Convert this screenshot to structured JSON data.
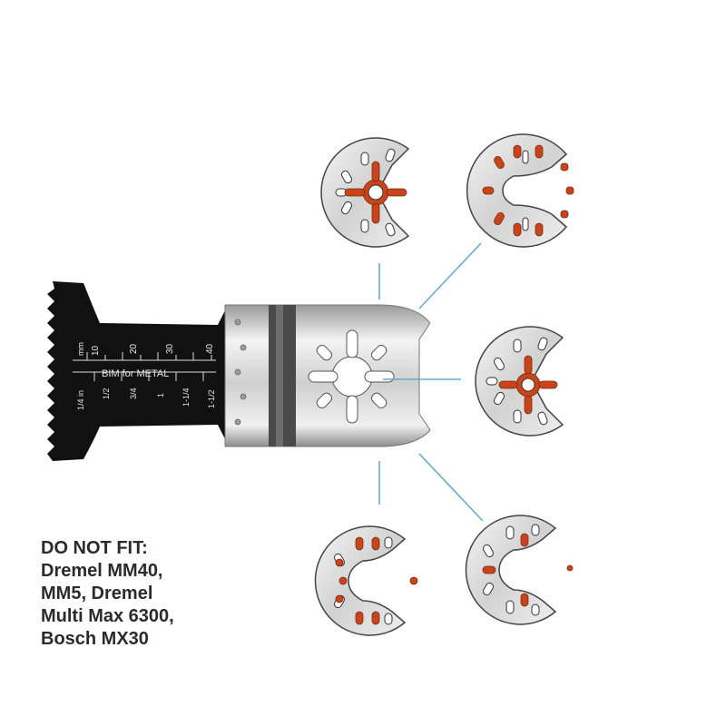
{
  "blade": {
    "label": "BIM for METAL",
    "metric_unit": "mm",
    "metric_ticks": [
      "10",
      "20",
      "30",
      "40"
    ],
    "inch_label": "1/4 in",
    "inch_ticks": [
      "1/2",
      "3/4",
      "1",
      "1-1/4",
      "1-1/2"
    ]
  },
  "compatibility": {
    "connector_color": "#6aa9c9",
    "highlight_color": "#c8451b",
    "disc_icons": [
      "star-mount-icon",
      "oval-slot-mount-icon",
      "star-mount-icon",
      "open-slot-mount-icon",
      "open-slot-mount-icon"
    ]
  },
  "note": {
    "lines": [
      "DO NOT FIT:",
      "Dremel MM40,",
      "MM5, Dremel",
      "Multi Max 6300,",
      "Bosch MX30"
    ]
  }
}
